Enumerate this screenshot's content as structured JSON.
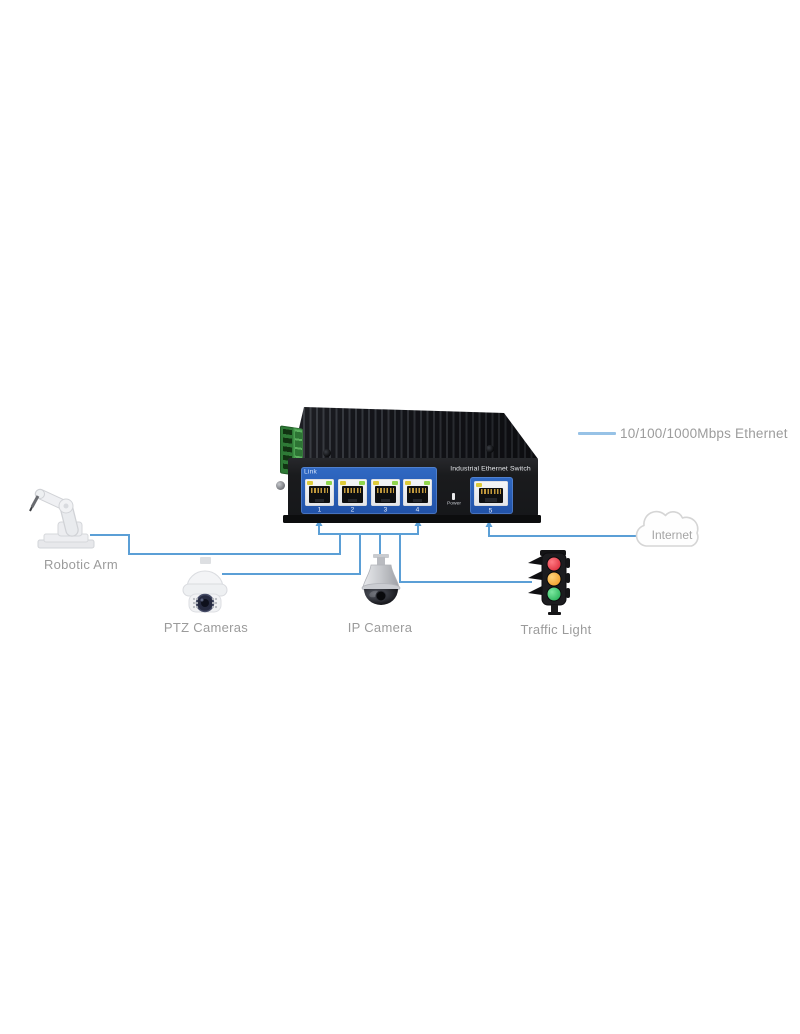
{
  "legend": {
    "label": "10/100/1000Mbps Ethernet"
  },
  "switch": {
    "title": "Industrial Ethernet Switch",
    "link_label": "Link",
    "power_label": "Power",
    "lan_ports": [
      "1",
      "2",
      "3",
      "4"
    ],
    "uplink_port": "5"
  },
  "devices": [
    {
      "id": "robotic-arm",
      "label": "Robotic Arm"
    },
    {
      "id": "ptz-cameras",
      "label": "PTZ Cameras"
    },
    {
      "id": "ip-camera",
      "label": "IP Camera"
    },
    {
      "id": "traffic-light",
      "label": "Traffic Light"
    }
  ],
  "cloud": {
    "label": "Internet"
  },
  "colors": {
    "connection_line": "#5b9fd6",
    "legend_line": "#97c2e6",
    "panel_blue": "#2a5db6",
    "label_gray": "#9b9b9b"
  }
}
